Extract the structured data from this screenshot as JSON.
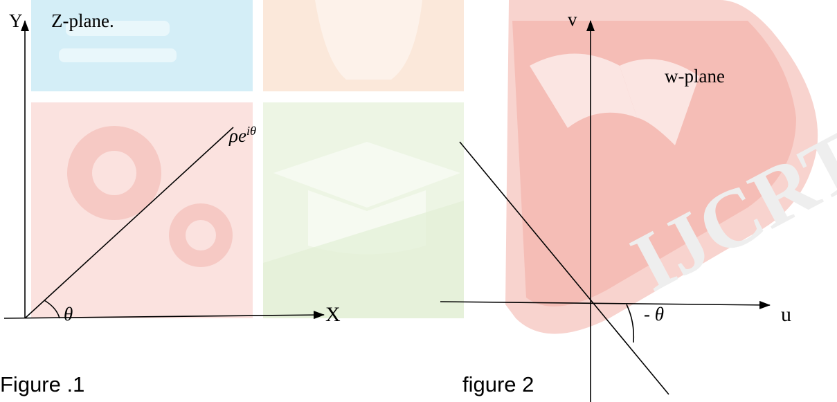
{
  "figure1": {
    "y_axis_label": "Y",
    "x_axis_label": "X",
    "plane_label": "Z-plane.",
    "point_label": {
      "base": "ρe",
      "exponent": "iθ"
    },
    "angle_label": "θ",
    "caption": "Figure .1"
  },
  "figure2": {
    "v_axis_label": "v",
    "u_axis_label": "u",
    "plane_label": "w-plane",
    "angle_label": "- θ",
    "caption": "figure 2"
  },
  "watermark": {
    "text": "IJCRT",
    "colors": {
      "red": "#f5b3ad",
      "orange": "#fbe2cf",
      "blue": "#d4eef7",
      "green": "#e2efd6",
      "gray": "#eeeeee"
    }
  }
}
